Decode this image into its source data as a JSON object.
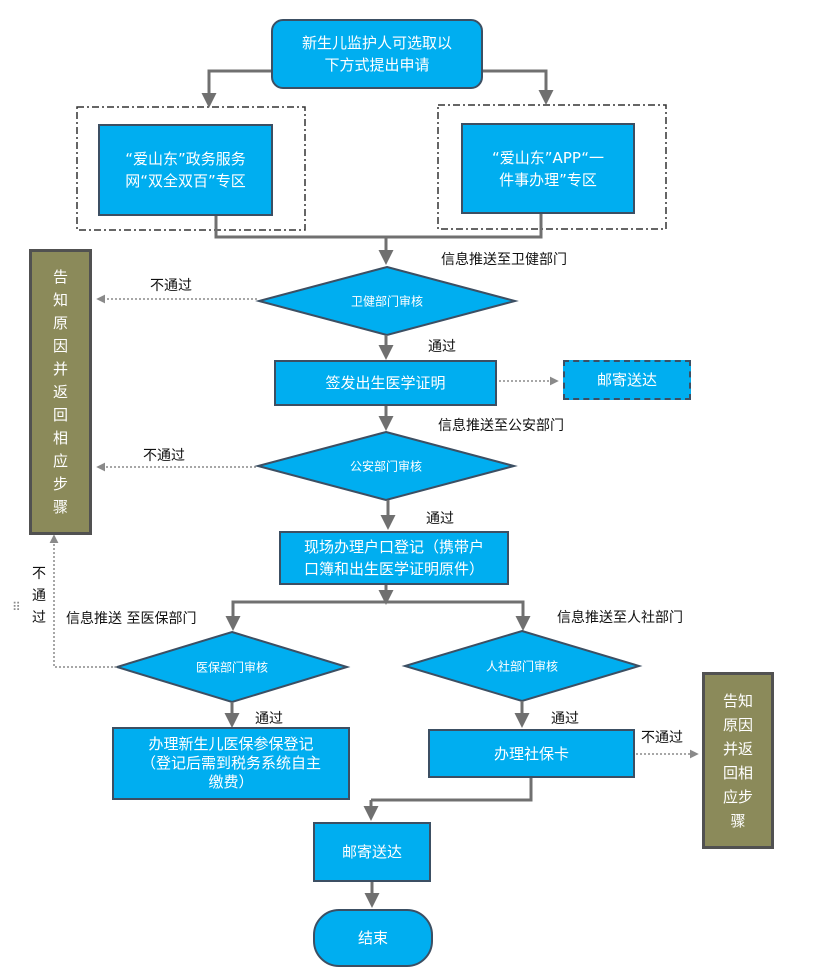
{
  "start": "新生儿监护人可选取以\n下方式提出申请",
  "option_left": "“爱山东”政务服务\n网“双全双百”专区",
  "option_right": "“爱山东”APP“一\n件事办理”专区",
  "labels": {
    "push_health": "信息推送至卫健部门",
    "health_fail": "不通过",
    "health_pass": "通过",
    "push_police": "信息推送至公安部门",
    "police_fail": "不通过",
    "police_pass": "通过",
    "push_medical": "信息推送 至医保部门",
    "push_social": "信息推送至人社部门",
    "medical_fail": "不\n通\n过",
    "medical_pass": "通过",
    "social_pass": "通过",
    "social_fail": "不通过"
  },
  "decisions": {
    "health": "卫健部门审核",
    "police": "公安部门审核",
    "medical": "医保部门审核",
    "social": "人社部门审核"
  },
  "steps": {
    "birth_cert": "签发出生医学证明",
    "mail_cert": "邮寄送达",
    "hukou": "现场办理户口登记（携带户\n口簿和出生医学证明原件）",
    "medical_reg": "办理新生儿医保参保登记\n（登记后需到税务系统自主\n缴费）",
    "social_card": "办理社保卡",
    "mail_final": "邮寄送达",
    "end": "结束"
  },
  "reject_left": "告\n知\n原\n因\n并\n返\n回\n相\n应\n步\n骤",
  "reject_right": "告知\n原因\n并返\n回相\n应步\n骤",
  "colors": {
    "box_fill": "#00aef0",
    "box_border": "#3c4f63",
    "reject_fill": "#8b8a5a",
    "connector": "#707070"
  }
}
